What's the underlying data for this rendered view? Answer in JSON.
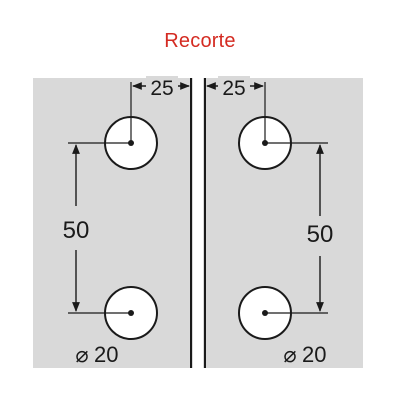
{
  "title": "Recorte",
  "colors": {
    "title": "#d42b22",
    "panel": "#d9d9d9",
    "ink": "#1a1a1a",
    "hole": "#ffffff",
    "background": "#ffffff"
  },
  "left_panel": {
    "offset_label": "25",
    "spacing_label": "50",
    "diameter_symbol": "⌀",
    "diameter_label": "20"
  },
  "right_panel": {
    "offset_label": "25",
    "spacing_label": "50",
    "diameter_symbol": "⌀",
    "diameter_label": "20"
  }
}
